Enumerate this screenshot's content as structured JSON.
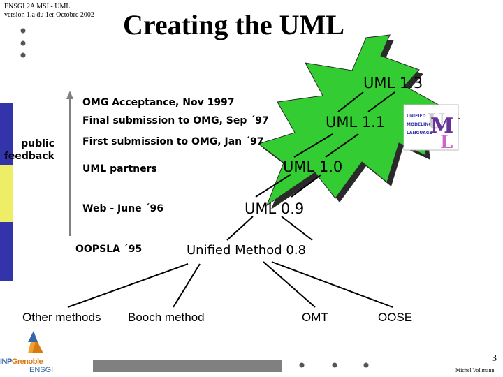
{
  "header": {
    "course": "ENSGI 2A MSI - UML",
    "version": "version 1.a du 1er Octobre 2002"
  },
  "slide": {
    "title": "Creating the UML",
    "page_number": "3",
    "author": "Michel Vollmann"
  },
  "timeline": [
    "OMG Acceptance, Nov 1997",
    "Final submission to OMG, Sep ´97",
    "First submission to OMG, Jan ´97",
    "UML partners",
    "Web - June ´96",
    "OOPSLA ´95"
  ],
  "side": {
    "public_feedback": "public feedback"
  },
  "versions": [
    "UML 1.3",
    "UML 1.1",
    "UML 1.0",
    "UML 0.9",
    "Unified Method 0.8"
  ],
  "methods": [
    "Other methods",
    "Booch method",
    "OMT",
    "OOSE"
  ],
  "logos": {
    "uml_logo": "UNIFIED MODELING LANGUAGE UML",
    "school": "INP Grenoble ENSGI"
  },
  "colors": {
    "star": "#33cc33",
    "blue_band": "#3333aa",
    "yellow_band": "#eeee66",
    "footer_bar": "#808080"
  }
}
